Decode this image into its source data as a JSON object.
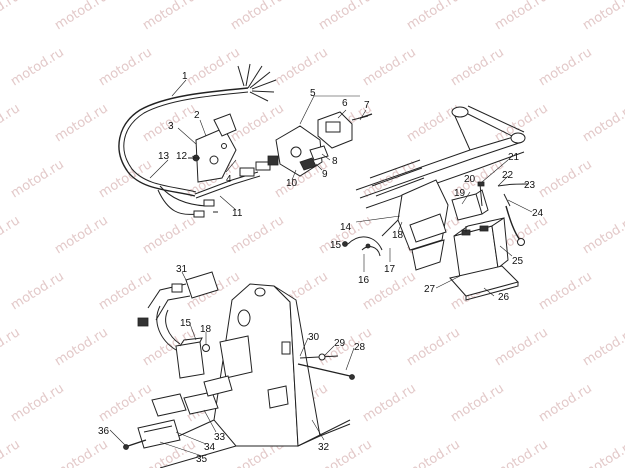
{
  "watermark": "motod.ru",
  "callouts": [
    {
      "id": "c1",
      "text": "1"
    },
    {
      "id": "c2",
      "text": "2"
    },
    {
      "id": "c3",
      "text": "3"
    },
    {
      "id": "c4",
      "text": "4"
    },
    {
      "id": "c5",
      "text": "5"
    },
    {
      "id": "c6",
      "text": "6"
    },
    {
      "id": "c7",
      "text": "7"
    },
    {
      "id": "c8",
      "text": "8"
    },
    {
      "id": "c9",
      "text": "9"
    },
    {
      "id": "c10",
      "text": "10"
    },
    {
      "id": "c11",
      "text": "11"
    },
    {
      "id": "c12",
      "text": "12"
    },
    {
      "id": "c13",
      "text": "13"
    },
    {
      "id": "c14",
      "text": "14"
    },
    {
      "id": "c15a",
      "text": "15"
    },
    {
      "id": "c15b",
      "text": "15"
    },
    {
      "id": "c16",
      "text": "16"
    },
    {
      "id": "c17",
      "text": "17"
    },
    {
      "id": "c18a",
      "text": "18"
    },
    {
      "id": "c18b",
      "text": "18"
    },
    {
      "id": "c19",
      "text": "19"
    },
    {
      "id": "c20",
      "text": "20"
    },
    {
      "id": "c21",
      "text": "21"
    },
    {
      "id": "c22",
      "text": "22"
    },
    {
      "id": "c23",
      "text": "23"
    },
    {
      "id": "c24",
      "text": "24"
    },
    {
      "id": "c25",
      "text": "25"
    },
    {
      "id": "c26",
      "text": "26"
    },
    {
      "id": "c27",
      "text": "27"
    },
    {
      "id": "c28",
      "text": "28"
    },
    {
      "id": "c29",
      "text": "29"
    },
    {
      "id": "c30",
      "text": "30"
    },
    {
      "id": "c31",
      "text": "31"
    },
    {
      "id": "c32",
      "text": "32"
    },
    {
      "id": "c33",
      "text": "33"
    },
    {
      "id": "c34",
      "text": "34"
    },
    {
      "id": "c35",
      "text": "35"
    },
    {
      "id": "c36",
      "text": "36"
    }
  ]
}
